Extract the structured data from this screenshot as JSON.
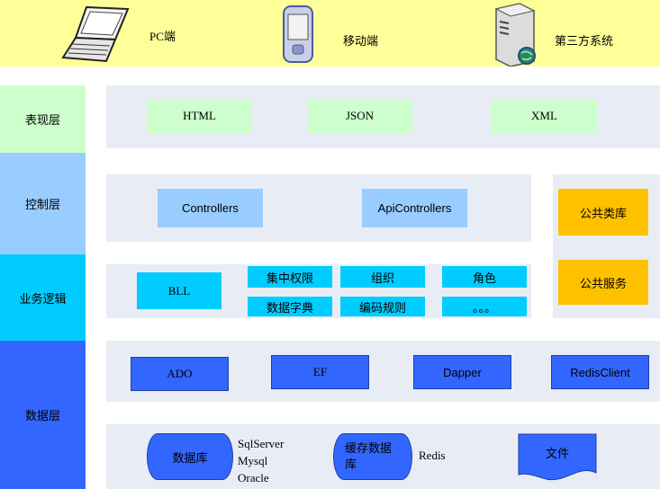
{
  "clients": {
    "pc": "PC端",
    "mobile": "移动端",
    "third_party": "第三方系统"
  },
  "layers": {
    "presentation": "表现层",
    "control": "控制层",
    "business": "业务逻辑",
    "data": "数据层"
  },
  "presentation_items": [
    "HTML",
    "JSON",
    "XML"
  ],
  "control_items": [
    "Controllers",
    "ApiControllers"
  ],
  "business": {
    "bll": "BLL",
    "modules": [
      "集中权限",
      "组织",
      "角色",
      "数据字典",
      "编码规则",
      "。。。"
    ]
  },
  "common": {
    "library": "公共类库",
    "service": "公共服务"
  },
  "data_access": [
    "ADO",
    "EF",
    "Dapper",
    "RedisClient"
  ],
  "storage": {
    "database": "数据库",
    "database_types": [
      "SqlServer",
      "Mysql",
      "Oracle"
    ],
    "cache": "缓存数据库",
    "cache_type": "Redis",
    "file": "文件"
  },
  "colors": {
    "client_band": "#ffff99",
    "presentation": "#ccffcc",
    "control": "#99ccff",
    "business": "#00ccff",
    "data": "#3366ff",
    "common": "#ffc000",
    "panel": "#e8edf5"
  }
}
